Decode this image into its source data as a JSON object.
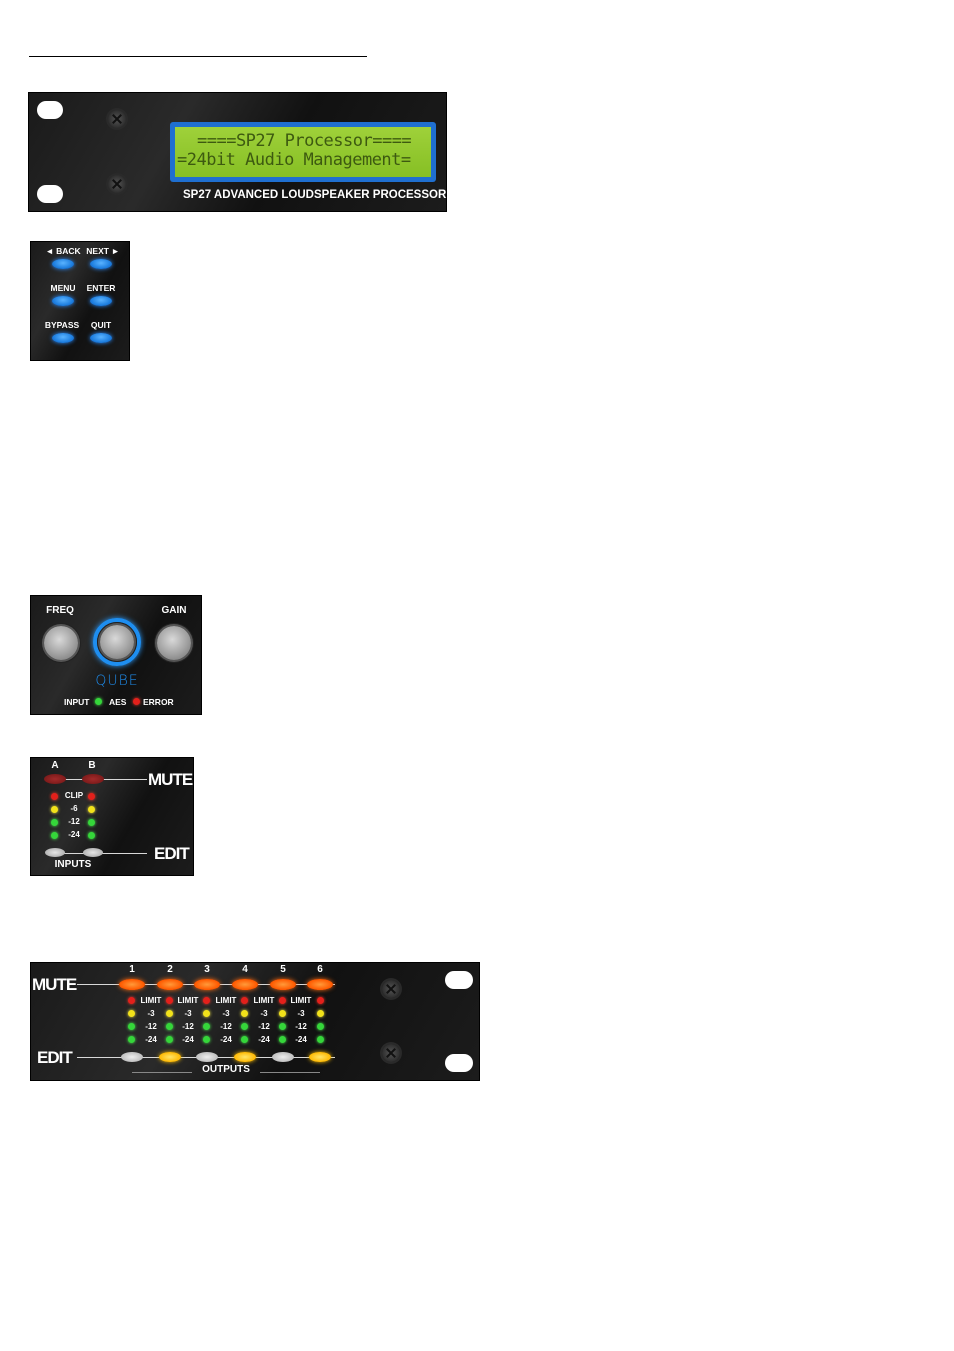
{
  "lcd_panel": {
    "line1": "====SP27 Processor====",
    "line2": "=24bit Audio Management=",
    "caption": "SP27 ADVANCED LOUDSPEAKER PROCESSOR"
  },
  "nav_panel": {
    "back_label": "◄ BACK",
    "next_label": "NEXT ►",
    "menu_label": "MENU",
    "enter_label": "ENTER",
    "bypass_label": "BYPASS",
    "quit_label": "QUIT"
  },
  "knob_panel": {
    "freq_label": "FREQ",
    "gain_label": "GAIN",
    "logo_text": "QUBE",
    "input_label": "INPUT",
    "aes_label": "AES",
    "error_label": "ERROR"
  },
  "inputs_panel": {
    "channels": [
      "A",
      "B"
    ],
    "mute_label": "MUTE",
    "edit_label": "EDIT",
    "inputs_label": "INPUTS",
    "meter_levels": [
      "CLIP",
      "-6",
      "-12",
      "-24"
    ]
  },
  "outputs_panel": {
    "channels": [
      "1",
      "2",
      "3",
      "4",
      "5",
      "6"
    ],
    "mute_label": "MUTE",
    "edit_label": "EDIT",
    "outputs_label": "OUTPUTS",
    "meter_levels": [
      "LIMIT",
      "-3",
      "-12",
      "-24"
    ]
  },
  "colors": {
    "lcd_frame": "#1f6fd0",
    "lcd_background": "#9fd13a",
    "lcd_text": "#3d5a10",
    "button_blue": "#1e7fe0",
    "led_red": "#e3201b",
    "led_yellow": "#f2e21a",
    "led_green": "#35d63a",
    "mute_orange": "#ff5a00"
  }
}
